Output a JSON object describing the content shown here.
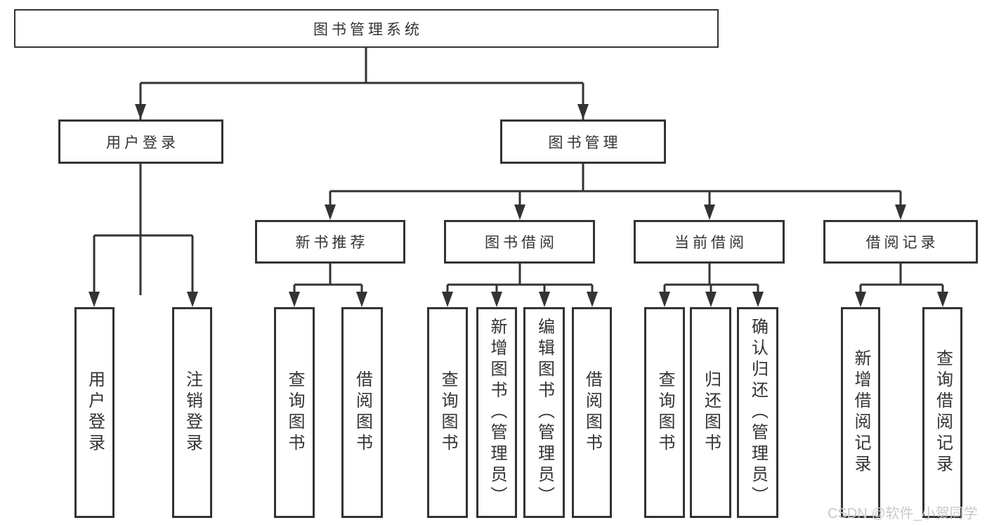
{
  "nodes": {
    "root": {
      "label": "图书管理系统"
    },
    "branches": [
      {
        "label": "用户登录",
        "children": [
          {
            "label": "用户登录"
          },
          {
            "label": "注销登录"
          }
        ]
      },
      {
        "label": "图书管理",
        "children": [
          {
            "label": "新书推荐",
            "children": [
              {
                "label": "查询图书"
              },
              {
                "label": "借阅图书"
              }
            ]
          },
          {
            "label": "图书借阅",
            "children": [
              {
                "label": "查询图书"
              },
              {
                "label": "新增图书（管理员）"
              },
              {
                "label": "编辑图书（管理员）"
              },
              {
                "label": "借阅图书"
              }
            ]
          },
          {
            "label": "当前借阅",
            "children": [
              {
                "label": "查询图书"
              },
              {
                "label": "归还图书"
              },
              {
                "label": "确认归还（管理员）"
              }
            ]
          },
          {
            "label": "借阅记录",
            "children": [
              {
                "label": "新增借阅记录"
              },
              {
                "label": "查询借阅记录"
              }
            ]
          }
        ]
      }
    ]
  },
  "watermark": {
    "text": "CSDN @软件_小贺同学",
    "color": "#c9c9c9"
  },
  "colors": {
    "line": "#333333",
    "box_border": "#333333",
    "text": "#333333",
    "background": "#ffffff"
  }
}
